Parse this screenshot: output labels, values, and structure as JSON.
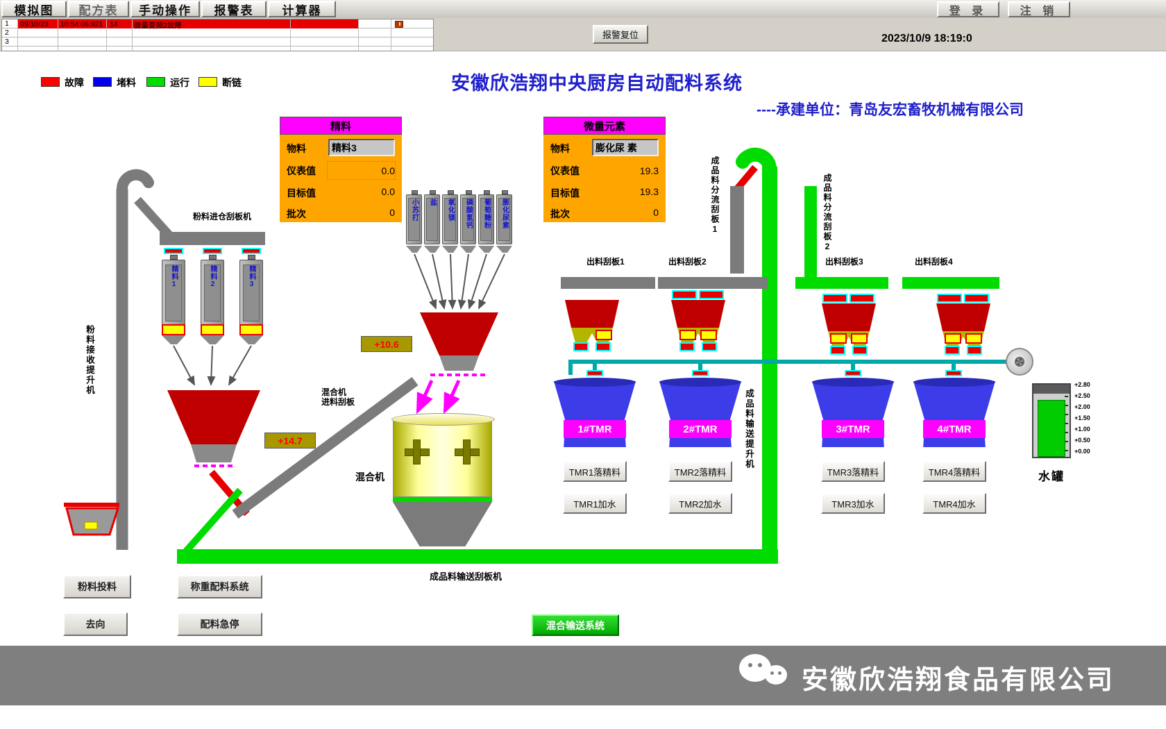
{
  "menu": {
    "items": [
      "模拟图",
      "配方表",
      "手动操作",
      "报警表",
      "计算器"
    ],
    "login": "登 录",
    "logout": "注 销"
  },
  "alarm_table": {
    "rows": [
      {
        "num": "1",
        "date": "09/10/23",
        "time": "10:54:06.921",
        "code": "14",
        "message": "微量变频2故障"
      },
      {
        "num": "2"
      },
      {
        "num": "3"
      }
    ]
  },
  "alarm_reset_button": "报警复位",
  "datetime": "2023/10/9 18:19:0",
  "legend": [
    {
      "label": "故障",
      "color": "#ff0000"
    },
    {
      "label": "堵料",
      "color": "#0000ee"
    },
    {
      "label": "运行",
      "color": "#00dd00"
    },
    {
      "label": "断链",
      "color": "#ffff00"
    }
  ],
  "title": "安徽欣浩翔中央厨房自动配料系统",
  "subtitle": "----承建单位：青岛友宏畜牧机械有限公司",
  "panels": {
    "jingliao": {
      "title": "精料",
      "material_label": "物料",
      "material_value": "精料3",
      "meter_label": "仪表值",
      "meter_value": "0.0",
      "target_label": "目标值",
      "target_value": "0.0",
      "batch_label": "批次",
      "batch_value": "0"
    },
    "weiliang": {
      "title": "微量元素",
      "material_label": "物料",
      "material_value": "膨化尿 素",
      "meter_label": "仪表值",
      "meter_value": "19.3",
      "target_label": "目标值",
      "target_value": "19.3",
      "batch_label": "批次",
      "batch_value": "0"
    }
  },
  "silos": {
    "left": [
      "精料1",
      "精料2",
      "精料3"
    ],
    "small": [
      "小苏打",
      "盐",
      "氧化镁",
      "磷酸氢钙",
      "葡萄糖粉",
      "膨化尿素"
    ]
  },
  "labels": {
    "powder_infeed": "粉料进仓刮板机",
    "powder_elevator": "粉料接收提升机",
    "mixer_infeed_1": "混合机",
    "mixer_infeed_2": "进料刮板",
    "mixer": "混合机",
    "outfeed1": "出料刮板1",
    "outfeed2": "出料刮板2",
    "outfeed3": "出料刮板3",
    "outfeed4": "出料刮板4",
    "divert1": "成品料分流刮板1",
    "divert2": "成品料分流刮板2",
    "product_elevator": "成品料输送提升机",
    "product_conveyor": "成品料输送刮板机",
    "water_tank": "水罐"
  },
  "values": {
    "weigh_left": "+14.7",
    "weigh_mid": "+10.6"
  },
  "buttons": {
    "powder_feed": "粉料投料",
    "direction": "去向",
    "weighing_system": "称重配料系统",
    "emergency_stop": "配料急停",
    "mix_transport": "混合输送系统"
  },
  "tmr": {
    "tanks": [
      "1#TMR",
      "2#TMR",
      "3#TMR",
      "4#TMR"
    ],
    "drop_buttons": [
      "TMR1落精料",
      "TMR2落精料",
      "TMR3落精料",
      "TMR4落精料"
    ],
    "water_buttons": [
      "TMR1加水",
      "TMR2加水",
      "TMR3加水",
      "TMR4加水"
    ]
  },
  "water_tank_scale": [
    "+2.80",
    "+2.50",
    "+2.00",
    "+1.50",
    "+1.00",
    "+0.50",
    "+0.00"
  ],
  "footer": {
    "company": "安徽欣浩翔食品有限公司"
  },
  "colors": {
    "accent_blue": "#1f1fcc",
    "alarm_red": "#e60000",
    "run_green": "#00dc00",
    "panel_orange": "#ffa500",
    "band_magenta": "#ff00ff",
    "tank_blue": "#3c3ce8"
  }
}
